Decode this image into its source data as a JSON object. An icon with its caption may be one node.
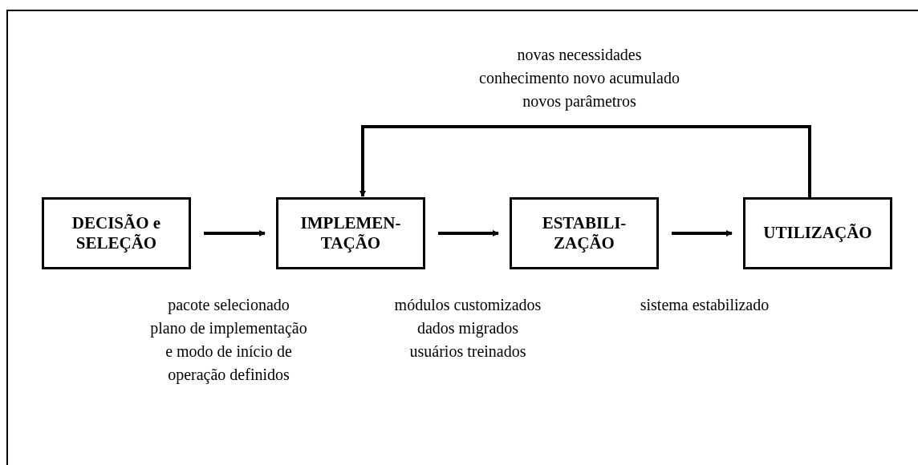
{
  "diagram": {
    "nodes": [
      {
        "text": [
          "DECISÃO e SELEÇÃO"
        ]
      },
      {
        "text": [
          "IMPLEMEN- TAÇÃO"
        ]
      },
      {
        "text": [
          "ESTABILI- ZAÇÃO"
        ]
      },
      {
        "text": [
          "UTILIZAÇÃO"
        ]
      }
    ],
    "edges": [
      {
        "from": 0,
        "to": 1,
        "arrow": "to"
      },
      {
        "from": 1,
        "to": 2,
        "arrow": "to"
      },
      {
        "from": 2,
        "to": 3,
        "arrow": "to"
      },
      {
        "from": 3,
        "to": 1,
        "arrow": "to"
      }
    ],
    "labels": [
      "novas necessidades",
      "conhecimento novo acumulado",
      "novos parâmetros",
      "pacote selecionado",
      "plano de implementação",
      "e modo de início de",
      "operação definidos",
      "módulos customizados",
      "dados migrados",
      "usuários treinados",
      "sistema estabilizado"
    ]
  }
}
